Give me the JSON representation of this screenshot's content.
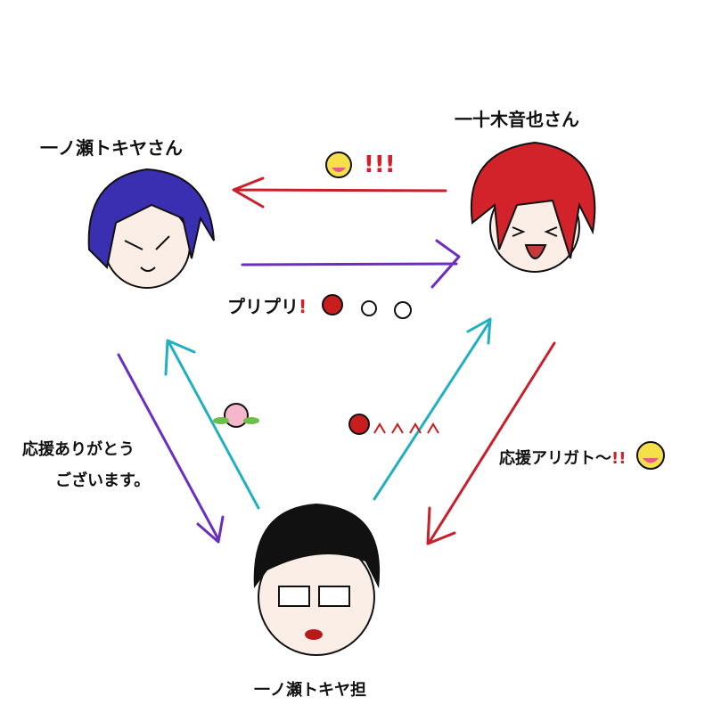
{
  "characters": {
    "tokiya": {
      "name": "一ノ瀬トキヤさん",
      "hair_color": "#3a2fb0"
    },
    "otoya": {
      "name": "一十木音也さん",
      "hair_color": "#d2222a"
    },
    "fan": {
      "name": "一ノ瀬トキヤ担",
      "hair_color": "#111111"
    }
  },
  "messages": {
    "otoya_to_tokiya": "!!!",
    "tokiya_to_otoya": "プリプリ",
    "tokiya_to_otoya_mark": "!",
    "tokiya_to_fan": "応援ありがとう",
    "tokiya_to_fan_line2": "ございます。",
    "otoya_to_fan": "応援アリガト〜",
    "otoya_to_fan_mark": "!!"
  },
  "colors": {
    "red_arrow": "#c8202a",
    "purple_arrow": "#6a2fc0",
    "cyan_arrow": "#22b0c0",
    "emoji_yellow": "#f5e04a",
    "angry_red": "#c81e1e"
  }
}
